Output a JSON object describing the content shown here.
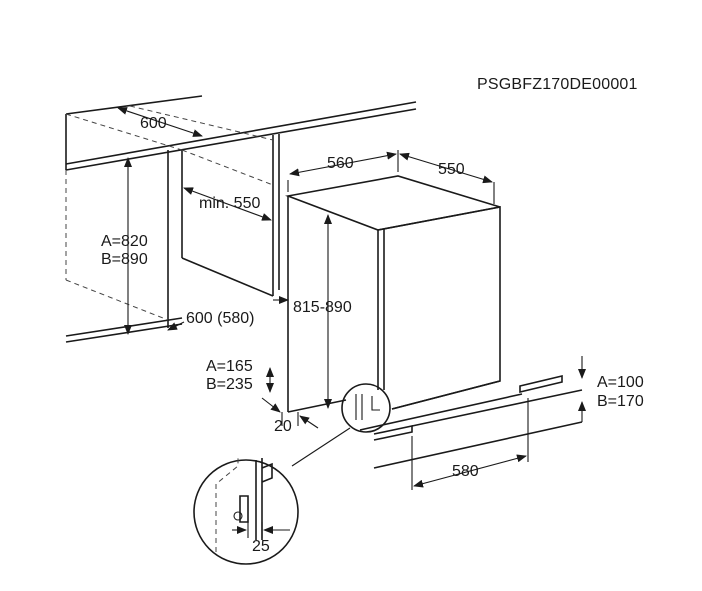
{
  "diagram": {
    "code": "PSGBFZ170DE00001",
    "labels": {
      "niche_width_top": "600",
      "unit_width": "560",
      "unit_depth": "550",
      "min_depth": "min. 550",
      "niche_height_a": "A=820",
      "niche_height_b": "B=890",
      "unit_height": "815-890",
      "niche_depth": "600 (580)",
      "plinth_a": "A=165",
      "plinth_b": "B=235",
      "offset_20": "20",
      "plinth_right_a": "A=100",
      "plinth_right_b": "B=170",
      "plinth_width": "580",
      "detail_25": "25"
    }
  }
}
